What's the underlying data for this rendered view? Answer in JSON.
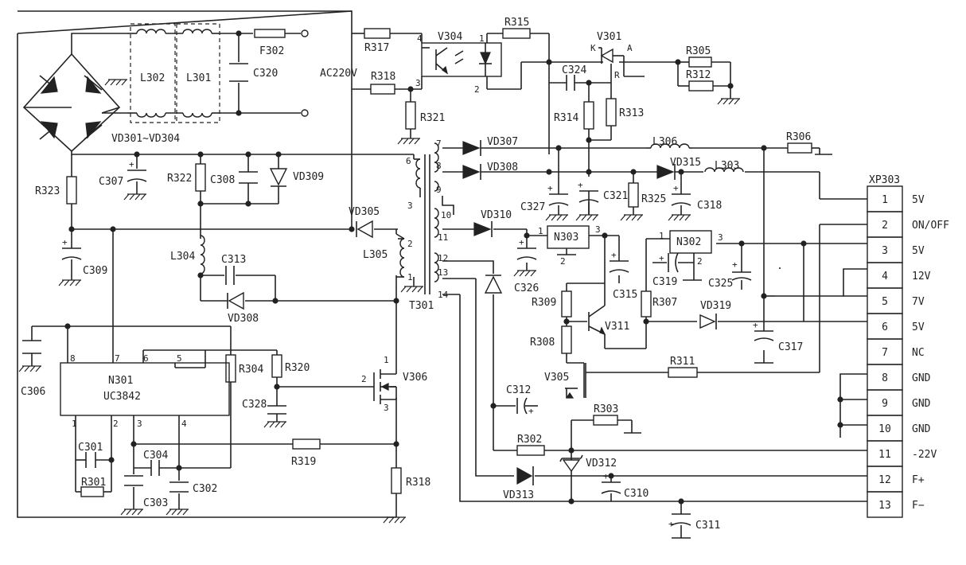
{
  "labels": {
    "ac_input": "AC220V",
    "fuse": "F302",
    "l302": "L302",
    "l301": "L301",
    "c320": "C320",
    "bridge": "VD301~VD304",
    "r317": "R317",
    "r318a": "R318",
    "r321": "R321",
    "v304": "V304",
    "r315": "R315",
    "v301": "V301",
    "v301_k": "K",
    "v301_a": "A",
    "v301_r": "R",
    "r305": "R305",
    "r312": "R312",
    "c324": "C324",
    "r314": "R314",
    "r313": "R313",
    "vd307": "VD307",
    "vd308a": "VD308",
    "l306": "L306",
    "r306": "R306",
    "vd315": "VD315",
    "l303": "L303",
    "c327": "C327",
    "c321": "C321",
    "r325": "R325",
    "c318": "C318",
    "r323": "R323",
    "c307": "C307",
    "r322": "R322",
    "c308": "C308",
    "vd309": "VD309",
    "c309": "C309",
    "vd305": "VD305",
    "l305": "L305",
    "t301": "T301",
    "l304": "L304",
    "c313": "C313",
    "vd308b": "VD308",
    "vd310": "VD310",
    "n303": "N303",
    "n302": "N302",
    "c326": "C326",
    "c315": "C315",
    "c319": "C319",
    "c325": "C325",
    "r309": "R309",
    "v311": "V311",
    "r307": "R307",
    "vd319": "VD319",
    "r308": "R308",
    "c317": "C317",
    "v305": "V305",
    "r311": "R311",
    "c306": "C306",
    "n301": "N301",
    "uc3842": "UC3842",
    "r304": "R304",
    "r320": "R320",
    "c328": "C328",
    "v306": "V306",
    "c301": "C301",
    "r301": "R301",
    "c304": "C304",
    "c303": "C303",
    "c302": "C302",
    "r319": "R319",
    "r318b": "R318",
    "c312": "C312",
    "r302": "R302",
    "r303": "R303",
    "vd312": "VD312",
    "vd313": "VD313",
    "c310": "C310",
    "c311": "C311",
    "xp303": "XP303"
  },
  "pins": {
    "v304_4": "4",
    "v304_3": "3",
    "v304_1": "1",
    "v304_2": "2",
    "t_7": "7",
    "t_8": "8",
    "t_6": "6",
    "t_9": "9",
    "t_10": "10",
    "t_11": "11",
    "t_3": "3",
    "t_2": "2",
    "t_1": "1",
    "t_12": "12",
    "t_13": "13",
    "t_14": "14",
    "n303_1": "1",
    "n303_2": "2",
    "n303_3": "3",
    "n302_1": "1",
    "n302_2": "2",
    "n302_3": "3",
    "n301_8": "8",
    "n301_7": "7",
    "n301_6": "6",
    "n301_5": "5",
    "n301_1": "1",
    "n301_2": "2",
    "n301_3": "3",
    "n301_4": "4",
    "v306_1": "1",
    "v306_2": "2",
    "v306_3": "3"
  },
  "connector": {
    "name": "XP303",
    "rows": [
      {
        "pin": "1",
        "signal": "5V"
      },
      {
        "pin": "2",
        "signal": "ON/OFF"
      },
      {
        "pin": "3",
        "signal": "5V"
      },
      {
        "pin": "4",
        "signal": "12V"
      },
      {
        "pin": "5",
        "signal": "7V"
      },
      {
        "pin": "6",
        "signal": "5V"
      },
      {
        "pin": "7",
        "signal": "NC"
      },
      {
        "pin": "8",
        "signal": "GND"
      },
      {
        "pin": "9",
        "signal": "GND"
      },
      {
        "pin": "10",
        "signal": "GND"
      },
      {
        "pin": "11",
        "signal": "-22V"
      },
      {
        "pin": "12",
        "signal": "F+"
      },
      {
        "pin": "13",
        "signal": "F−"
      }
    ]
  }
}
